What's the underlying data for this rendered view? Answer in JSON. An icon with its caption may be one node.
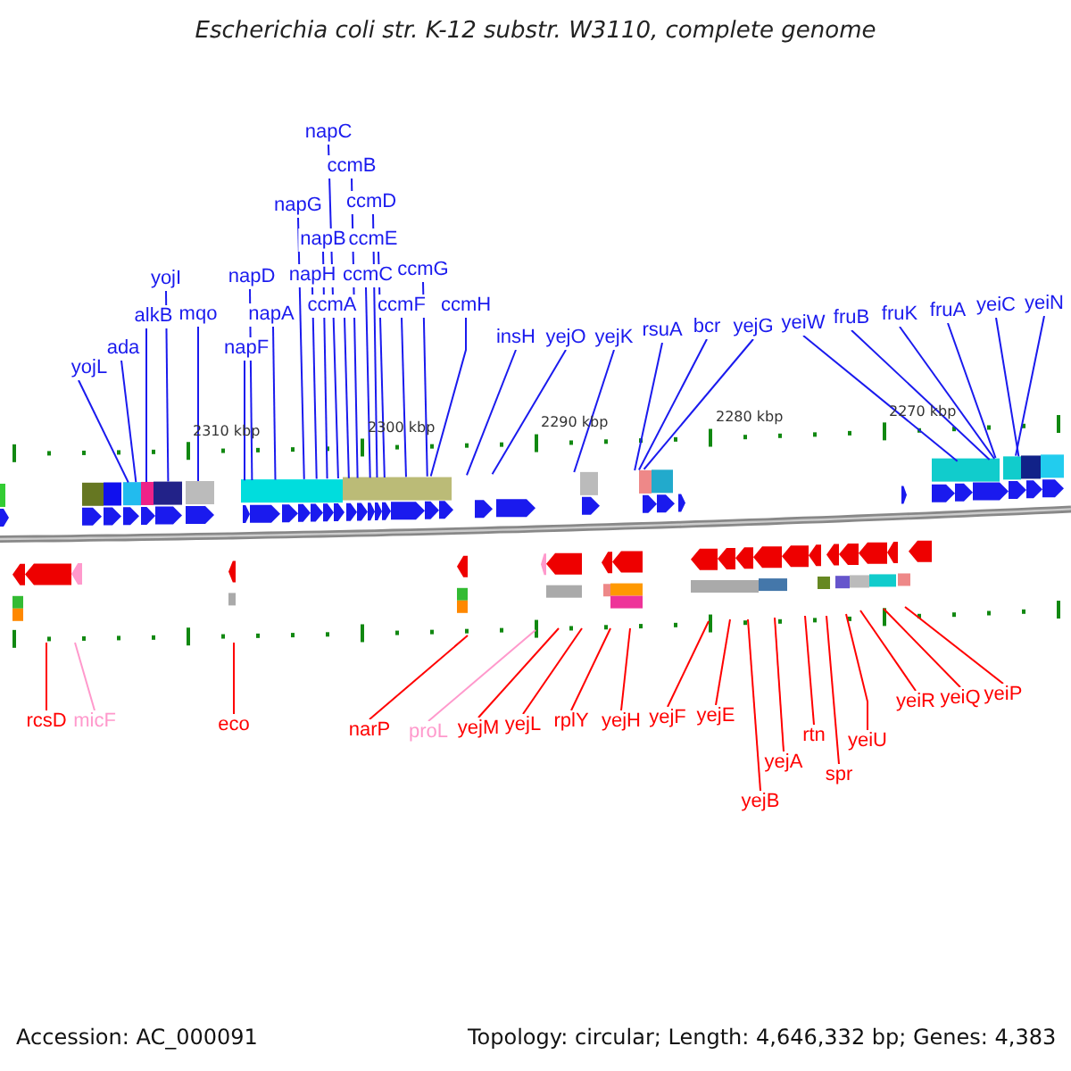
{
  "diagram": {
    "title": "Escherichia coli str. K-12 substr. W3110, complete genome",
    "nodes": [
      {
        "text": [
          "yojL"
        ]
      },
      {
        "text": [
          "ada"
        ]
      },
      {
        "text": [
          "alkB"
        ]
      },
      {
        "text": [
          "yojI"
        ]
      },
      {
        "text": [
          "mqo"
        ]
      },
      {
        "text": [
          "napF"
        ]
      },
      {
        "text": [
          "napD"
        ]
      },
      {
        "text": [
          "napA"
        ]
      },
      {
        "text": [
          "napG"
        ]
      },
      {
        "text": [
          "napH"
        ]
      },
      {
        "text": [
          "napB"
        ]
      },
      {
        "text": [
          "napC"
        ]
      },
      {
        "text": [
          "ccmA"
        ]
      },
      {
        "text": [
          "ccmB"
        ]
      },
      {
        "text": [
          "ccmC"
        ]
      },
      {
        "text": [
          "ccmD"
        ]
      },
      {
        "text": [
          "ccmE"
        ]
      },
      {
        "text": [
          "ccmF"
        ]
      },
      {
        "text": [
          "ccmG"
        ]
      },
      {
        "text": [
          "ccmH"
        ]
      },
      {
        "text": [
          "insH"
        ]
      },
      {
        "text": [
          "yejO"
        ]
      },
      {
        "text": [
          "yejK"
        ]
      },
      {
        "text": [
          "rsuA"
        ]
      },
      {
        "text": [
          "bcr"
        ]
      },
      {
        "text": [
          "yejG"
        ]
      },
      {
        "text": [
          "yeiW"
        ]
      },
      {
        "text": [
          "fruB"
        ]
      },
      {
        "text": [
          "fruK"
        ]
      },
      {
        "text": [
          "fruA"
        ]
      },
      {
        "text": [
          "yeiC"
        ]
      },
      {
        "text": [
          "yeiN"
        ]
      },
      {
        "text": [
          "rcsD"
        ]
      },
      {
        "text": [
          "micF"
        ]
      },
      {
        "text": [
          "eco"
        ]
      },
      {
        "text": [
          "narP"
        ]
      },
      {
        "text": [
          "proL"
        ]
      },
      {
        "text": [
          "yejM"
        ]
      },
      {
        "text": [
          "yejL"
        ]
      },
      {
        "text": [
          "rplY"
        ]
      },
      {
        "text": [
          "yejH"
        ]
      },
      {
        "text": [
          "yejF"
        ]
      },
      {
        "text": [
          "yejE"
        ]
      },
      {
        "text": [
          "yejB"
        ]
      },
      {
        "text": [
          "yejA"
        ]
      },
      {
        "text": [
          "rtn"
        ]
      },
      {
        "text": [
          "spr"
        ]
      },
      {
        "text": [
          "yeiU"
        ]
      },
      {
        "text": [
          "yeiR"
        ]
      },
      {
        "text": [
          "yeiQ"
        ]
      },
      {
        "text": [
          "yeiP"
        ]
      }
    ],
    "edges": [
      {
        "from": 0,
        "to": null,
        "arrow": "none"
      },
      {
        "from": 1,
        "to": null,
        "arrow": "none"
      },
      {
        "from": 2,
        "to": null,
        "arrow": "none"
      },
      {
        "from": 3,
        "to": null,
        "arrow": "none"
      },
      {
        "from": 4,
        "to": null,
        "arrow": "none"
      },
      {
        "from": 5,
        "to": null,
        "arrow": "none"
      },
      {
        "from": 6,
        "to": null,
        "arrow": "none"
      },
      {
        "from": 7,
        "to": null,
        "arrow": "none"
      },
      {
        "from": 8,
        "to": null,
        "arrow": "none"
      },
      {
        "from": 9,
        "to": null,
        "arrow": "none"
      },
      {
        "from": 10,
        "to": null,
        "arrow": "none"
      },
      {
        "from": 11,
        "to": null,
        "arrow": "none"
      },
      {
        "from": 12,
        "to": null,
        "arrow": "none"
      },
      {
        "from": 13,
        "to": null,
        "arrow": "none"
      },
      {
        "from": 14,
        "to": null,
        "arrow": "none"
      },
      {
        "from": 15,
        "to": null,
        "arrow": "none"
      },
      {
        "from": 16,
        "to": null,
        "arrow": "none"
      },
      {
        "from": 17,
        "to": null,
        "arrow": "none"
      },
      {
        "from": 18,
        "to": null,
        "arrow": "none"
      },
      {
        "from": 19,
        "to": null,
        "arrow": "none"
      },
      {
        "from": 20,
        "to": null,
        "arrow": "none"
      },
      {
        "from": 21,
        "to": null,
        "arrow": "none"
      },
      {
        "from": 22,
        "to": null,
        "arrow": "none"
      },
      {
        "from": 23,
        "to": null,
        "arrow": "none"
      },
      {
        "from": 24,
        "to": null,
        "arrow": "none"
      },
      {
        "from": 25,
        "to": null,
        "arrow": "none"
      },
      {
        "from": 26,
        "to": null,
        "arrow": "none"
      },
      {
        "from": 27,
        "to": null,
        "arrow": "none"
      },
      {
        "from": 28,
        "to": null,
        "arrow": "none"
      },
      {
        "from": 29,
        "to": null,
        "arrow": "none"
      },
      {
        "from": 30,
        "to": null,
        "arrow": "none"
      },
      {
        "from": 31,
        "to": null,
        "arrow": "none"
      },
      {
        "from": 32,
        "to": null,
        "arrow": "none",
        "color": "#ff0000"
      },
      {
        "from": 33,
        "to": null,
        "arrow": "none",
        "color": "#ff99cc"
      },
      {
        "from": 34,
        "to": null,
        "arrow": "none",
        "color": "#ff0000"
      },
      {
        "from": 35,
        "to": null,
        "arrow": "none",
        "color": "#ff0000"
      },
      {
        "from": 36,
        "to": null,
        "arrow": "none",
        "color": "#ff99cc"
      },
      {
        "from": 37,
        "to": null,
        "arrow": "none",
        "color": "#ff0000"
      },
      {
        "from": 38,
        "to": null,
        "arrow": "none",
        "color": "#ff0000"
      },
      {
        "from": 39,
        "to": null,
        "arrow": "none",
        "color": "#ff0000"
      },
      {
        "from": 40,
        "to": null,
        "arrow": "none",
        "color": "#ff0000"
      },
      {
        "from": 41,
        "to": null,
        "arrow": "none",
        "color": "#ff0000"
      },
      {
        "from": 42,
        "to": null,
        "arrow": "none",
        "color": "#ff0000"
      },
      {
        "from": 43,
        "to": null,
        "arrow": "none",
        "color": "#ff0000"
      },
      {
        "from": 44,
        "to": null,
        "arrow": "none",
        "color": "#ff0000"
      },
      {
        "from": 45,
        "to": null,
        "arrow": "none",
        "color": "#ff0000"
      },
      {
        "from": 46,
        "to": null,
        "arrow": "none",
        "color": "#ff0000"
      },
      {
        "from": 47,
        "to": null,
        "arrow": "none",
        "color": "#ff0000"
      },
      {
        "from": 48,
        "to": null,
        "arrow": "none",
        "color": "#ff0000"
      },
      {
        "from": 49,
        "to": null,
        "arrow": "none",
        "color": "#ff0000"
      },
      {
        "from": 50,
        "to": null,
        "arrow": "none",
        "color": "#ff0000"
      }
    ],
    "labels": [
      "2310 kbp",
      "2300 kbp",
      "2290 kbp",
      "2280 kbp",
      "2270 kbp",
      "Accession: AC_000091",
      "Topology: circular; Length: 4,646,332 bp; Genes: 4,383"
    ]
  }
}
